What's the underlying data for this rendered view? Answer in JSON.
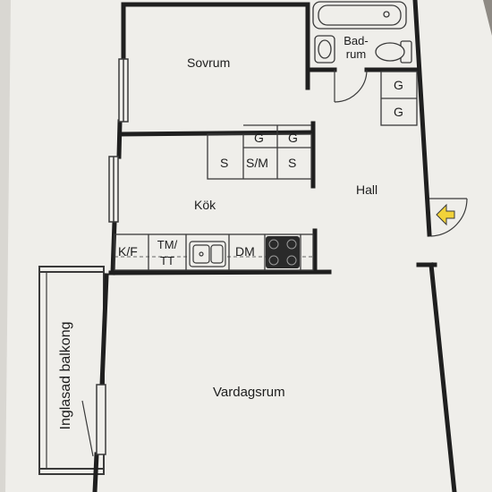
{
  "rooms": {
    "sovrum": "Sovrum",
    "badrum_line1": "Bad-",
    "badrum_line2": "rum",
    "kok": "Kök",
    "hall": "Hall",
    "vardagsrum": "Vardagsrum",
    "balkong": "Inglasad balkong"
  },
  "storage": {
    "g_bath_top": "G",
    "g_bath_bottom": "G",
    "g1": "G",
    "g2": "G",
    "s1": "S",
    "sm": "S/M",
    "s2": "S"
  },
  "kitchen": {
    "kf": "K/F",
    "tm": "TM/",
    "tt": "TT",
    "dm": "DM"
  },
  "colors": {
    "paper": "#f2f1ee",
    "wall": "#1f1f1f",
    "background": "#8e8a84",
    "entrance_arrow": "#f2d23a"
  },
  "icons": [
    "entrance-arrow-icon",
    "bathtub-icon",
    "toilet-icon",
    "sink-icon",
    "stove-icon"
  ]
}
